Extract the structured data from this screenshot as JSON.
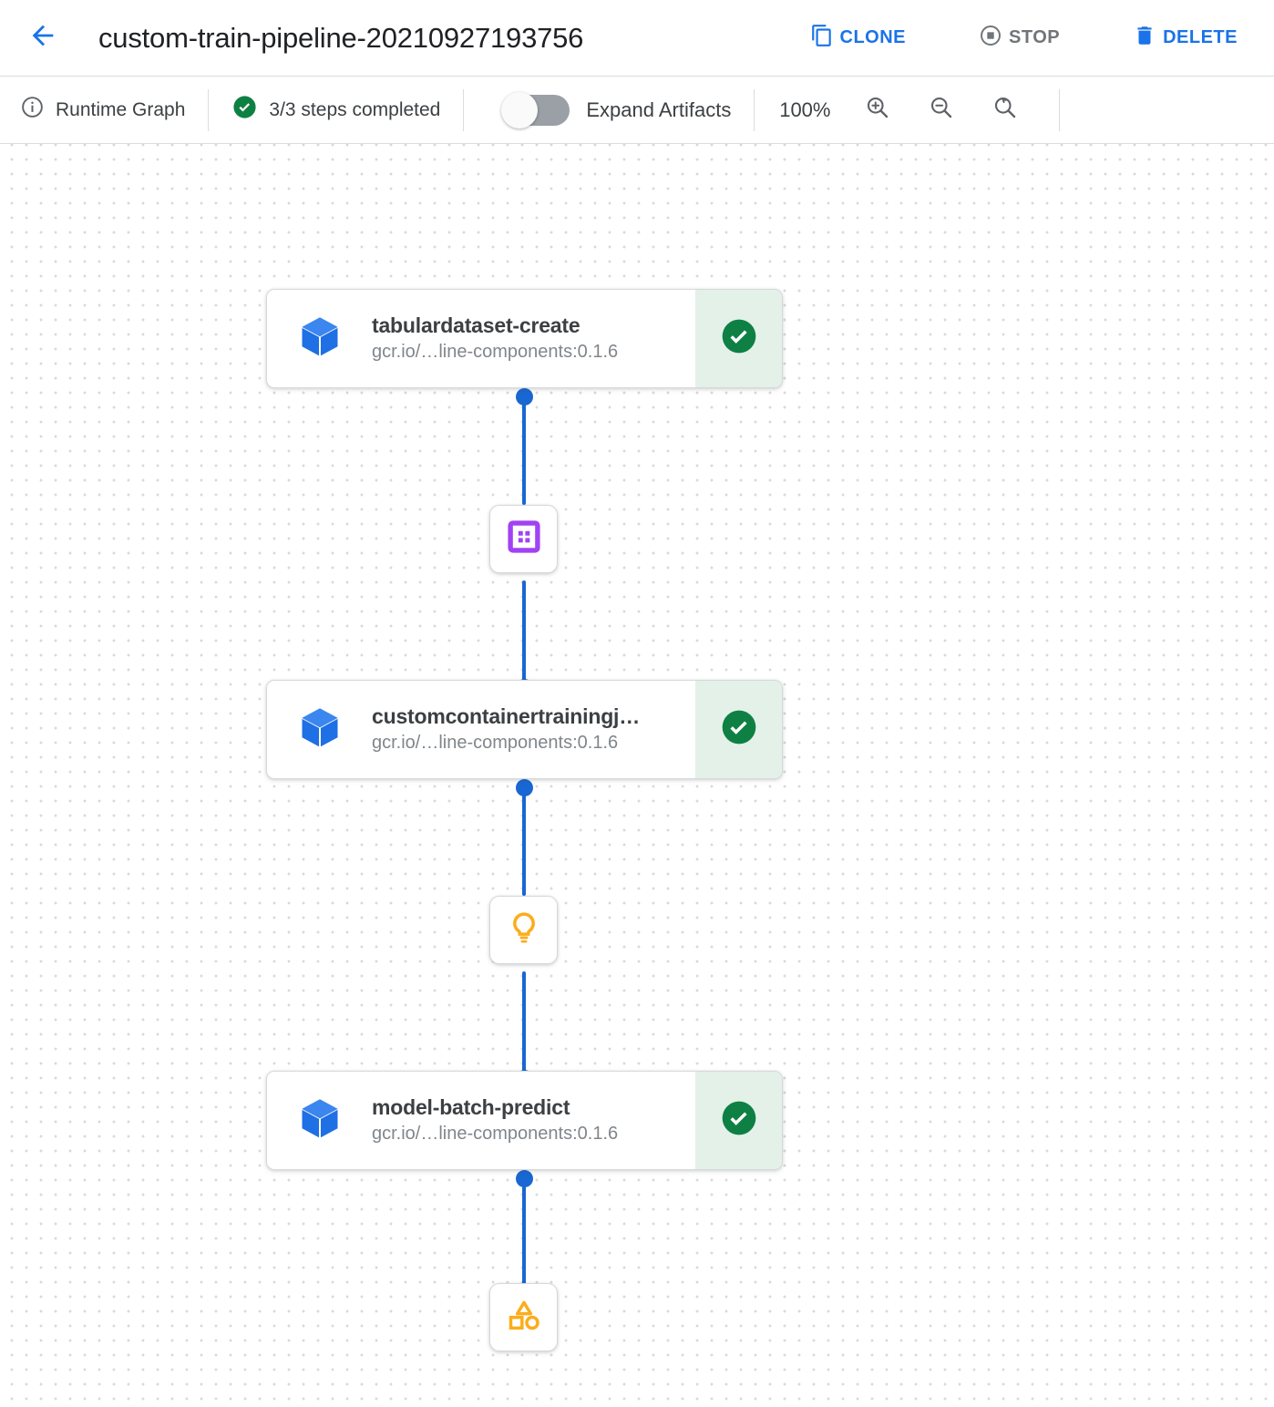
{
  "header": {
    "back_icon": "arrow-left-icon",
    "title": "custom-train-pipeline-20210927193756",
    "actions": [
      {
        "label": "CLONE",
        "icon": "clone-icon",
        "enabled": true
      },
      {
        "label": "STOP",
        "icon": "stop-icon",
        "enabled": false
      },
      {
        "label": "DELETE",
        "icon": "trash-icon",
        "enabled": true
      }
    ]
  },
  "toolbar": {
    "graph_mode_label": "Runtime Graph",
    "graph_mode_icon": "info-icon",
    "steps_status": "3/3 steps completed",
    "steps_status_icon": "check-circle-icon",
    "expand_artifacts_label": "Expand Artifacts",
    "expand_artifacts_on": false,
    "zoom_level": "100%",
    "zoom_in_icon": "zoom-in-icon",
    "zoom_out_icon": "zoom-out-icon",
    "zoom_reset_icon": "zoom-reset-icon"
  },
  "graph": {
    "nodes": [
      {
        "id": "tabulardataset-create",
        "title": "tabulardataset-create",
        "subtitle": "gcr.io/…line-components:0.1.6",
        "icon": "cube-icon",
        "status": "succeeded",
        "status_icon": "check-circle-icon"
      },
      {
        "id": "customcontainertrainingjob",
        "title": "customcontainertrainingj…",
        "subtitle": "gcr.io/…line-components:0.1.6",
        "icon": "cube-icon",
        "status": "succeeded",
        "status_icon": "check-circle-icon"
      },
      {
        "id": "model-batch-predict",
        "title": "model-batch-predict",
        "subtitle": "gcr.io/…line-components:0.1.6",
        "icon": "cube-icon",
        "status": "succeeded",
        "status_icon": "check-circle-icon"
      }
    ],
    "artifacts": [
      {
        "id": "dataset-artifact",
        "icon": "dataset-icon"
      },
      {
        "id": "model-artifact",
        "icon": "lightbulb-icon"
      },
      {
        "id": "batch-prediction-artifact",
        "icon": "shapes-icon"
      }
    ]
  },
  "colors": {
    "accent_blue": "#1a73e8",
    "edge_blue": "#1967d2",
    "success_green": "#0e8043",
    "success_panel": "#e3f1e8",
    "artifact_purple": "#a142f4",
    "artifact_amber": "#fbad1c",
    "text_primary": "#202124",
    "text_secondary": "#80868b",
    "grid_dot": "#d9d9d9"
  }
}
